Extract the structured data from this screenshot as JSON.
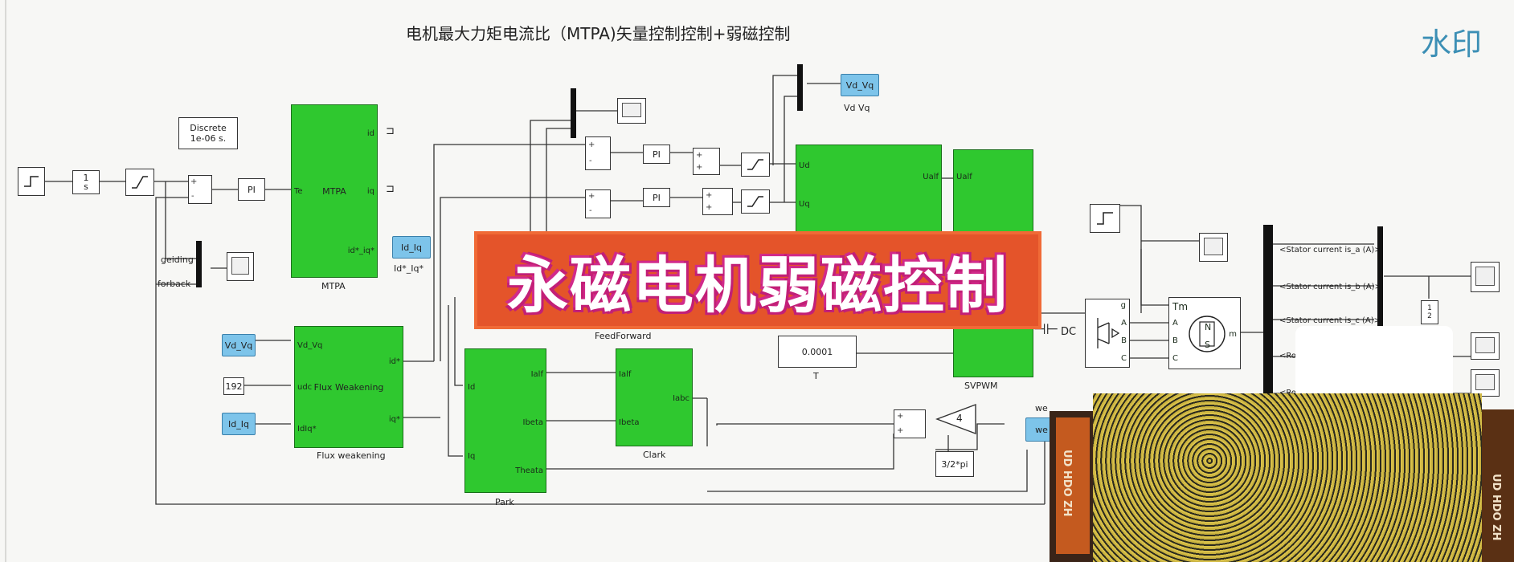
{
  "title": "电机最大力矩电流比（MTPA)矢量控制控制+弱磁控制",
  "watermark": "水印",
  "banner_text": "永磁电机弱磁控制",
  "blocks": {
    "discrete": "Discrete\n1e-06 s.",
    "integrator": "1\ns",
    "pi": "PI",
    "mtpa": {
      "name": "MTPA",
      "center": "MTPA",
      "in_port": "Te",
      "out_id": "id",
      "out_iq": "iq",
      "out_idiq": "id*_iq*"
    },
    "idiq_out_tag": "Id_Iq",
    "idiq_out_label": "Id*_Iq*",
    "vdvq_tag": "Vd_Vq",
    "vdvq_label": "Vd Vq",
    "flux": {
      "name": "Flux weakening",
      "center": "Flux Weakening",
      "p1": "Vd_Vq",
      "p2": "udc",
      "p3": "IdIq*",
      "o1": "id*",
      "o2": "iq*"
    },
    "const_192": "192",
    "const_0001": "0.0001",
    "t_label": "T",
    "feedforward": {
      "name": "FeedForward",
      "ud": "Ud",
      "uq": "Uq"
    },
    "svpwm": {
      "name": "SVPWM",
      "ualf": "Ualf",
      "ualf2": "Ualf"
    },
    "park": {
      "name": "Park",
      "ialf": "Ialf",
      "ibeta": "Ibeta",
      "theta": "Theata",
      "id": "Id",
      "iq": "Iq"
    },
    "clark": {
      "name": "Clark",
      "ialf": "Ialf",
      "ibeta": "Ibeta",
      "iabc": "Iabc"
    },
    "dc": "DC",
    "machine": {
      "tm": "Tm",
      "a": "A",
      "b": "B",
      "c": "C",
      "m": "m",
      "n": "N",
      "s": "S"
    },
    "inv": {
      "g": "g",
      "a": "A",
      "b": "B",
      "c": "C"
    },
    "gain4": "4",
    "const_pi": "3/2*pi",
    "we_tag": "we",
    "we_label": "we",
    "half_gain": "1\n2",
    "geiding": "geiding",
    "forback": "forback"
  },
  "stator_labels": [
    "<Stator current is_a (A)>",
    "<Stator current is_b (A)>",
    "<Stator current is_c (A)>",
    "<Ro",
    "<Ro"
  ],
  "cam_text": "UD HDO ZH"
}
